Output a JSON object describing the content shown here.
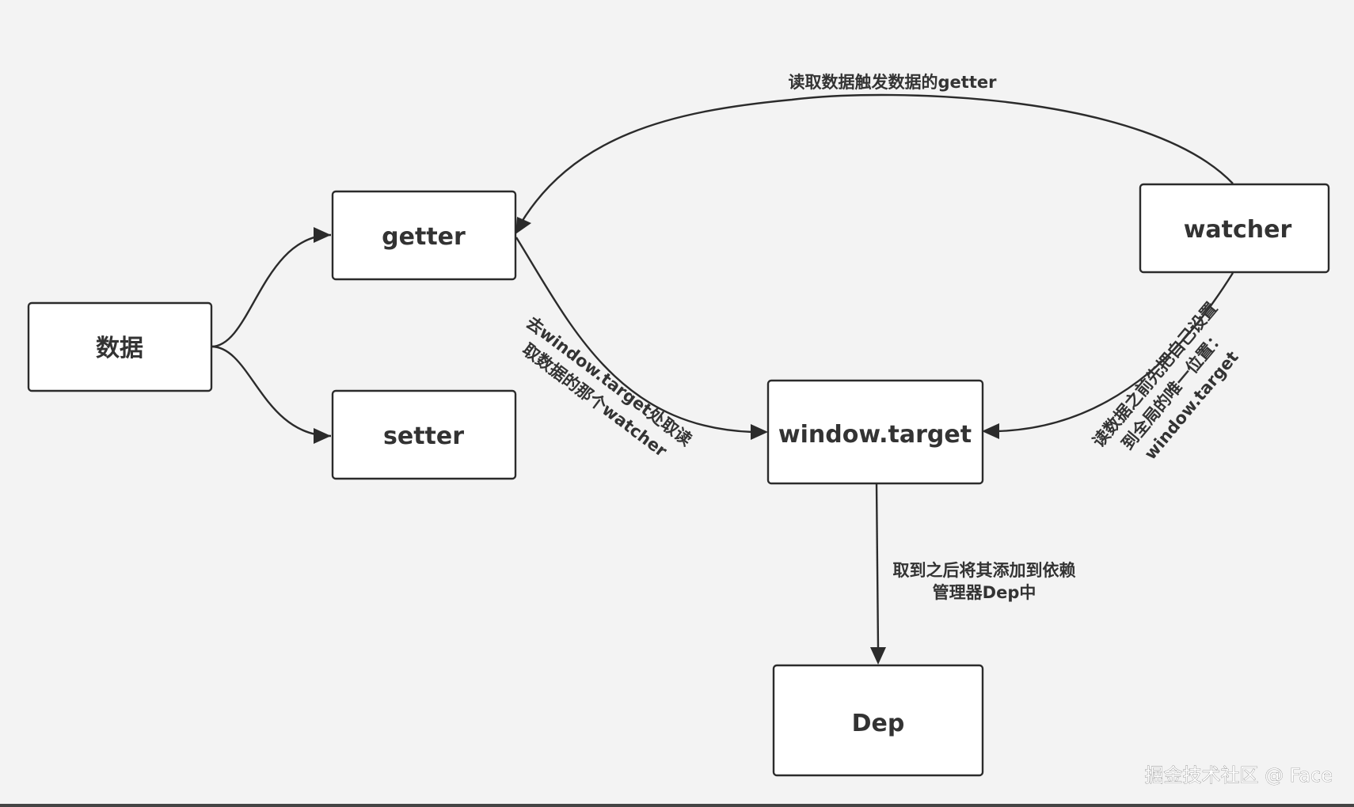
{
  "nodes": {
    "data": {
      "label": "数据"
    },
    "getter": {
      "label": "getter"
    },
    "setter": {
      "label": "setter"
    },
    "watcher": {
      "label": "watcher"
    },
    "window_target": {
      "label": "window.target"
    },
    "dep": {
      "label": "Dep"
    }
  },
  "edges": {
    "watcher_to_getter": {
      "label": "读取数据触发数据的getter"
    },
    "getter_to_target": {
      "lines": [
        "去window.target处取读",
        "取数据的那个watcher"
      ]
    },
    "watcher_to_target": {
      "lines": [
        "读数据之前先把自己设置",
        "到全局的唯一位置：",
        "window.target"
      ]
    },
    "target_to_dep": {
      "lines": [
        "取到之后将其添加到依赖",
        "管理器Dep中"
      ]
    }
  },
  "watermark": "掘金技术社区 @ Face",
  "colors": {
    "background": "#f3f3f3",
    "stroke": "#2b2b2b",
    "node_fill": "#ffffff",
    "text": "#333333"
  }
}
